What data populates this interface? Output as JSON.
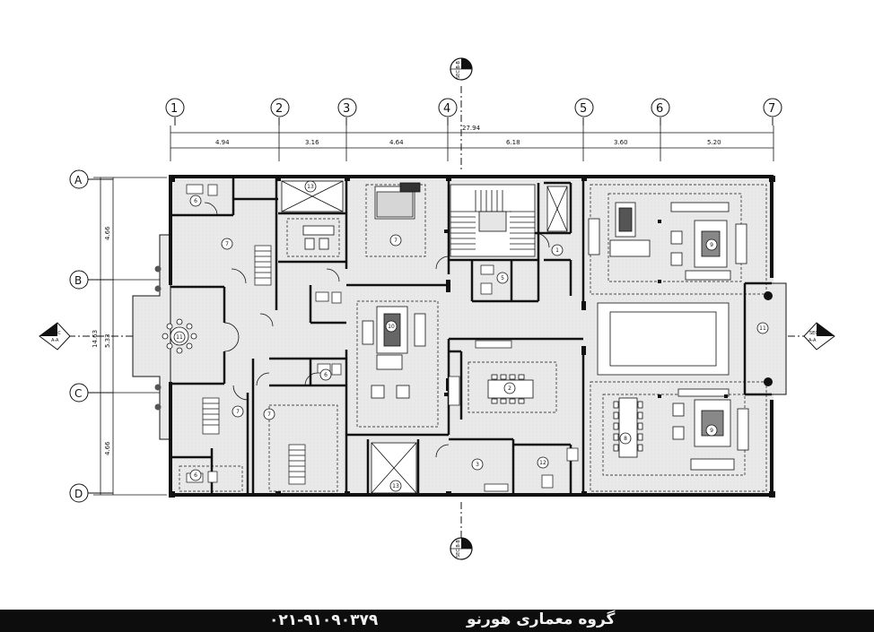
{
  "grid_columns": [
    "1",
    "2",
    "3",
    "4",
    "5",
    "6",
    "7"
  ],
  "grid_rows": [
    "A",
    "B",
    "C",
    "D"
  ],
  "dimensions": {
    "overall_width": "27.94",
    "spans": [
      "4.94",
      "3.16",
      "4.64",
      "6.18",
      "3.60",
      "5.20"
    ],
    "overall_depth": "14.63",
    "rows": [
      "4.66",
      "5.33",
      "4.66"
    ]
  },
  "section_marks": {
    "top": "SEC B-B",
    "bottom": "SEC B-B",
    "left": [
      "SEC",
      "A-A"
    ],
    "right": [
      "SEC",
      "A-A"
    ]
  },
  "room_tags": [
    "6",
    "7",
    "13",
    "7",
    "1",
    "5",
    "9",
    "11",
    "11",
    "10",
    "6",
    "2",
    "7",
    "7",
    "8",
    "9",
    "3",
    "12",
    "13",
    "6"
  ],
  "footer": {
    "phone": "۰۲۱-۹۱۰۹۰۳۷۹",
    "brand": "گروه معماری هورنو"
  },
  "colors": {
    "line": "#111111",
    "fill": "#ebebeb",
    "footer_bg": "#0d0d0d"
  }
}
